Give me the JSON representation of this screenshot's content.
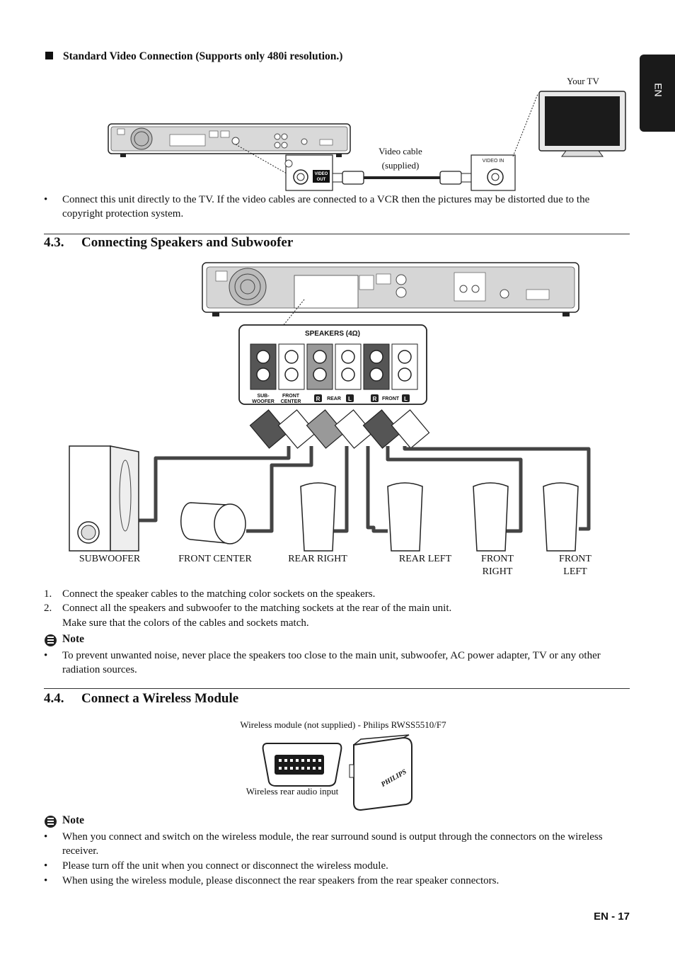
{
  "language_tab": "EN",
  "page_number": "EN - 17",
  "video_section": {
    "heading": "Standard Video Connection (Supports only 480i resolution.)",
    "your_tv": "Your TV",
    "video_cable_line1": "Video cable",
    "video_cable_line2": "(supplied)",
    "video_in": "VIDEO IN",
    "video_out_line1": "VIDEO",
    "video_out_line2": "OUT",
    "bullet": "Connect this unit directly to the TV. If the video cables are connected to a VCR then the pictures may be distorted due to the copyright protection system."
  },
  "speakers_section": {
    "number": "4.3.",
    "title": "Connecting Speakers and Subwoofer",
    "panel_title": "SPEAKERS (4Ω)",
    "terminal_labels": {
      "sub_line1": "SUB-",
      "sub_line2": "WOOFER",
      "front_line1": "FRONT",
      "front_line2": "CENTER",
      "r1": "R",
      "rear": "REAR",
      "l1": "L",
      "r2": "R",
      "front": "FRONT",
      "l2": "L"
    },
    "speakers": {
      "subwoofer": "SUBWOOFER",
      "front_center": "FRONT CENTER",
      "rear_right": "REAR RIGHT",
      "rear_left": "REAR LEFT",
      "front_right_line1": "FRONT",
      "front_right_line2": "RIGHT",
      "front_left_line1": "FRONT",
      "front_left_line2": "LEFT"
    },
    "steps": [
      "Connect the speaker cables to the matching color sockets on the speakers.",
      "Connect all the speakers and subwoofer to the matching sockets at the rear of the main unit.",
      "Make sure that the colors of the cables and sockets match."
    ],
    "note_heading": "Note",
    "note": "To prevent unwanted noise, never place the speakers too close to the main unit, subwoofer, AC power adapter, TV or any other radiation sources."
  },
  "wireless_section": {
    "number": "4.4.",
    "title": "Connect a Wireless Module",
    "module_caption": "Wireless module (not supplied) - Philips RWSS5510/F7",
    "input_caption": "Wireless rear audio input",
    "brand": "PHILIPS",
    "note_heading": "Note",
    "notes": [
      "When you connect and switch on the wireless module, the rear surround sound is output through the connectors on the wireless receiver.",
      "Please turn off the unit when you connect or disconnect the wireless module.",
      "When using the wireless module, please disconnect the rear speakers from the rear speaker connectors."
    ]
  }
}
